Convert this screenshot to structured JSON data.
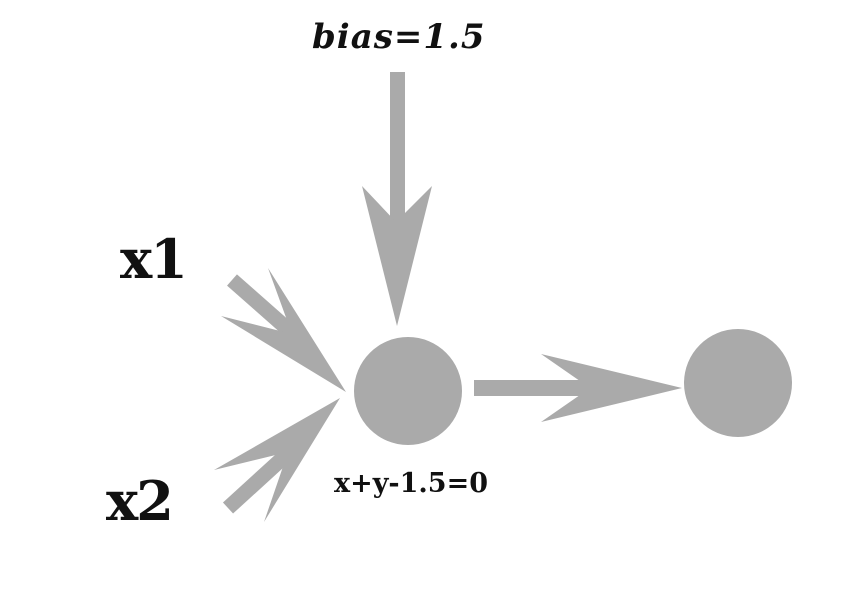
{
  "labels": {
    "bias": "bias=1.5",
    "x1": "x1",
    "x2": "x2",
    "equation": "x+y-1.5=0"
  },
  "colors": {
    "shape": "#aaaaaa",
    "text": "#111111",
    "background": "#ffffff"
  }
}
